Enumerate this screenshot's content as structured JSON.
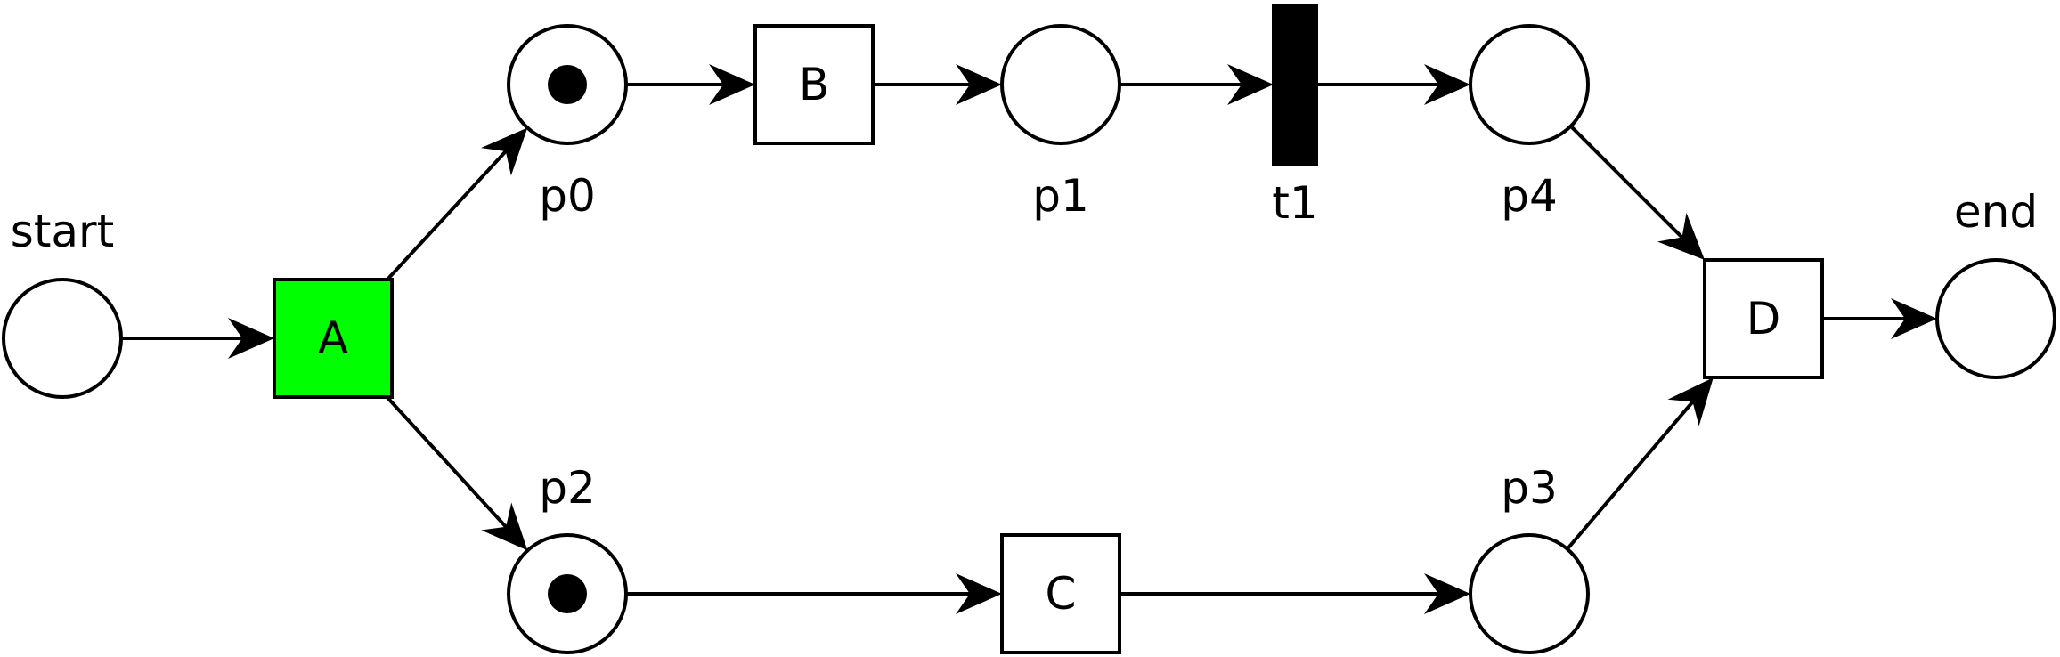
{
  "colors": {
    "stroke": "#000000",
    "box_fill": "#ffffff",
    "enabled_fill": "#00ff00",
    "silent_fill": "#000000",
    "token": "#000000",
    "background": "#ffffff"
  },
  "places": [
    {
      "id": "start",
      "label": "start",
      "tokens": 0
    },
    {
      "id": "p0",
      "label": "p0",
      "tokens": 1
    },
    {
      "id": "p1",
      "label": "p1",
      "tokens": 0
    },
    {
      "id": "p2",
      "label": "p2",
      "tokens": 1
    },
    {
      "id": "p3",
      "label": "p3",
      "tokens": 0
    },
    {
      "id": "p4",
      "label": "p4",
      "tokens": 0
    },
    {
      "id": "end",
      "label": "end",
      "tokens": 0
    }
  ],
  "transitions": [
    {
      "id": "A",
      "label": "A",
      "kind": "enabled"
    },
    {
      "id": "B",
      "label": "B",
      "kind": "normal"
    },
    {
      "id": "C",
      "label": "C",
      "kind": "normal"
    },
    {
      "id": "D",
      "label": "D",
      "kind": "normal"
    },
    {
      "id": "t1",
      "label": "t1",
      "kind": "silent"
    }
  ],
  "arcs": [
    {
      "from": "start",
      "to": "A"
    },
    {
      "from": "A",
      "to": "p0"
    },
    {
      "from": "A",
      "to": "p2"
    },
    {
      "from": "p0",
      "to": "B"
    },
    {
      "from": "B",
      "to": "p1"
    },
    {
      "from": "p1",
      "to": "t1"
    },
    {
      "from": "t1",
      "to": "p4"
    },
    {
      "from": "p4",
      "to": "D"
    },
    {
      "from": "p2",
      "to": "C"
    },
    {
      "from": "C",
      "to": "p3"
    },
    {
      "from": "p3",
      "to": "D"
    },
    {
      "from": "D",
      "to": "end"
    }
  ]
}
